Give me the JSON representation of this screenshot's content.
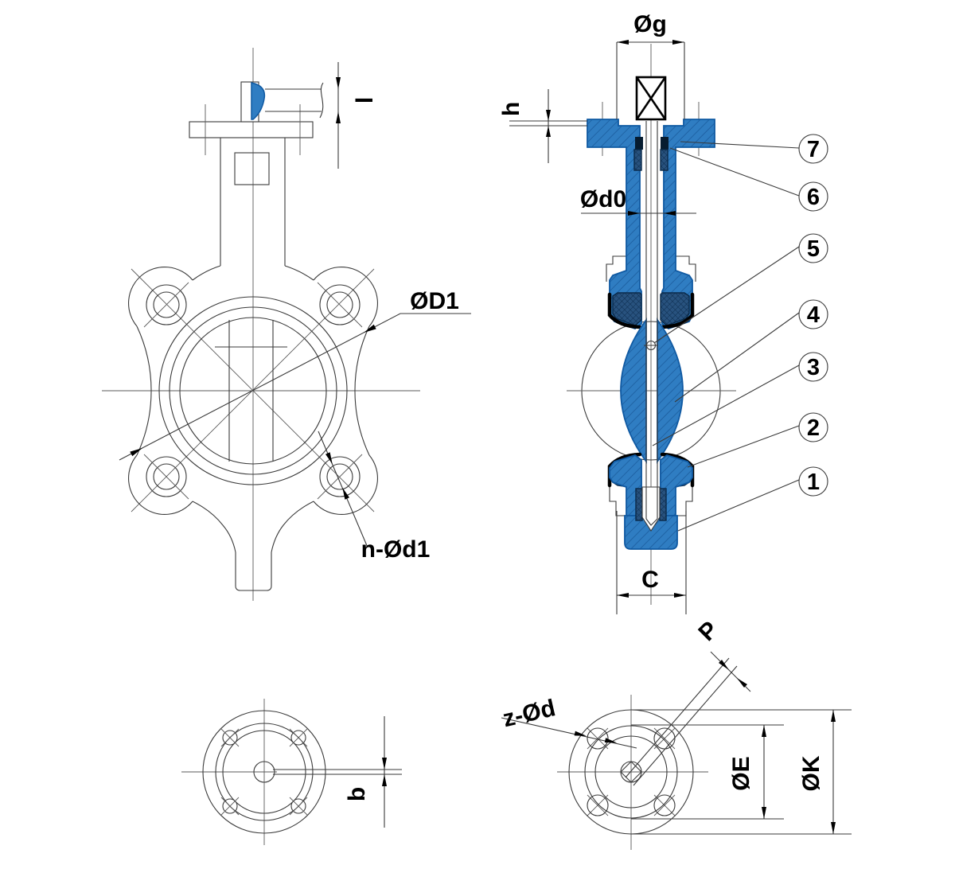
{
  "drawing": {
    "labels": {
      "dia_g": "Øg",
      "h": "h",
      "dia_d0": "Ød0",
      "dia_D1": "ØD1",
      "l": "l",
      "n_dia_d1": "n-Ød1",
      "C": "C",
      "P": "P",
      "z_dia_d": "z-Ød",
      "b": "b",
      "dia_E": "ØE",
      "dia_K": "ØK"
    },
    "callouts": [
      {
        "number": "1"
      },
      {
        "number": "2"
      },
      {
        "number": "3"
      },
      {
        "number": "4"
      },
      {
        "number": "5"
      },
      {
        "number": "6"
      },
      {
        "number": "7"
      }
    ],
    "colors": {
      "body_fill": "#2f7dc2",
      "body_hatch": "#1a5a9b",
      "seat_fill": "#28527e",
      "seat_hatch": "#0c2c4e",
      "seal": "#000000",
      "line": "#3a3a3a",
      "background": "#ffffff"
    }
  }
}
